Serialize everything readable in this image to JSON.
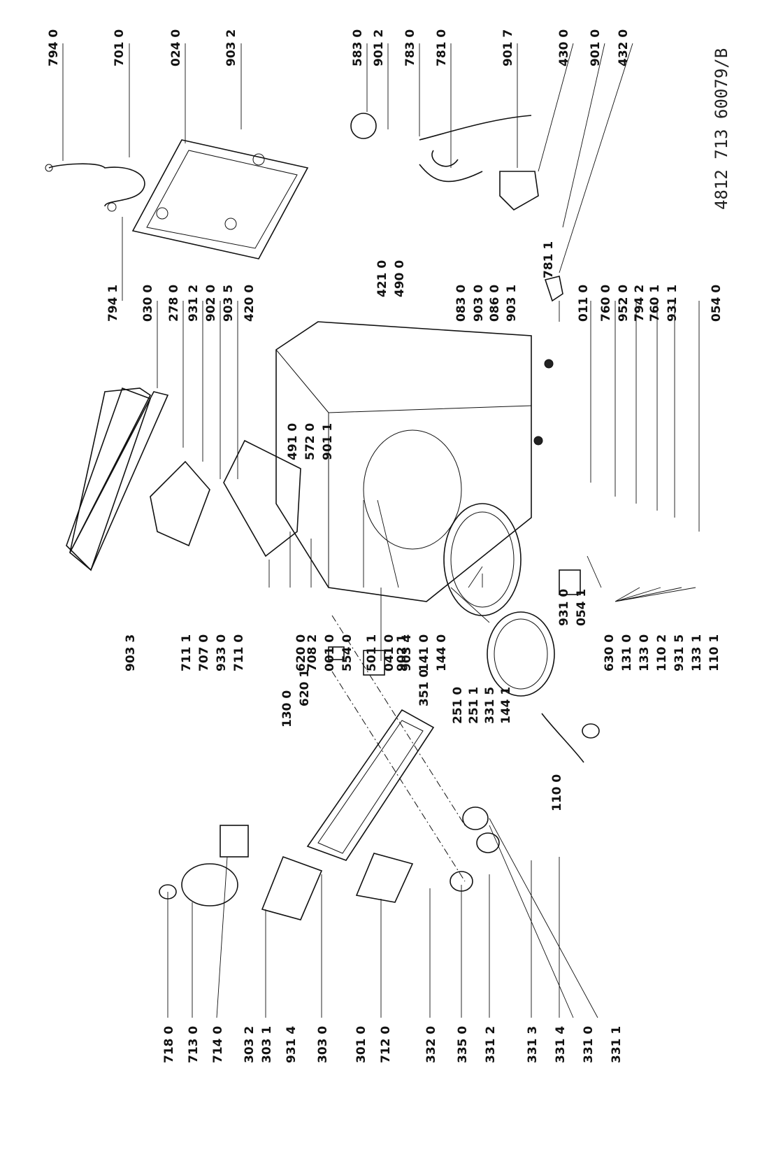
{
  "doc_number": "4812 713 60079/B",
  "labels": {
    "top_left": [
      "794 0",
      "701 0",
      "024 0",
      "903 2"
    ],
    "top_right": [
      "583 0",
      "901 2",
      "783 0",
      "781 0",
      "901 7",
      "430 0",
      "901 0",
      "432 0"
    ],
    "mid_upper": [
      "794 1",
      "030 0",
      "278 0",
      "931 2",
      "902 0",
      "903 5",
      "420 0",
      "421 0",
      "490 0",
      "083 0",
      "903 0",
      "086 0",
      "903 1",
      "781 1",
      "011 0",
      "760 0",
      "952 0",
      "794 2",
      "760 1",
      "931 1",
      "054 0"
    ],
    "mid_lower": [
      "903 3",
      "711 1",
      "707 0",
      "933 0",
      "711 0",
      "708 2",
      "001 0",
      "554 0",
      "491 0",
      "572 0",
      "901 1",
      "501 1",
      "041 0",
      "903 4",
      "141 0",
      "144 0",
      "931 0",
      "054 1",
      "630 0",
      "131 0",
      "133 0",
      "110 2",
      "931 5",
      "133 1",
      "110 1"
    ],
    "bottom_left": [
      "718 0",
      "713 0",
      "714 0",
      "303 2",
      "303 1",
      "931 4",
      "303 0",
      "301 0",
      "712 0",
      "332 0",
      "335 0",
      "331 2",
      "331 3",
      "331 4",
      "331 0",
      "331 1"
    ],
    "bottom_mid": [
      "620 0",
      "130 0",
      "620 1",
      "902 1",
      "351 0",
      "251 0",
      "251 1",
      "331 5",
      "144 1",
      "110 0"
    ]
  }
}
